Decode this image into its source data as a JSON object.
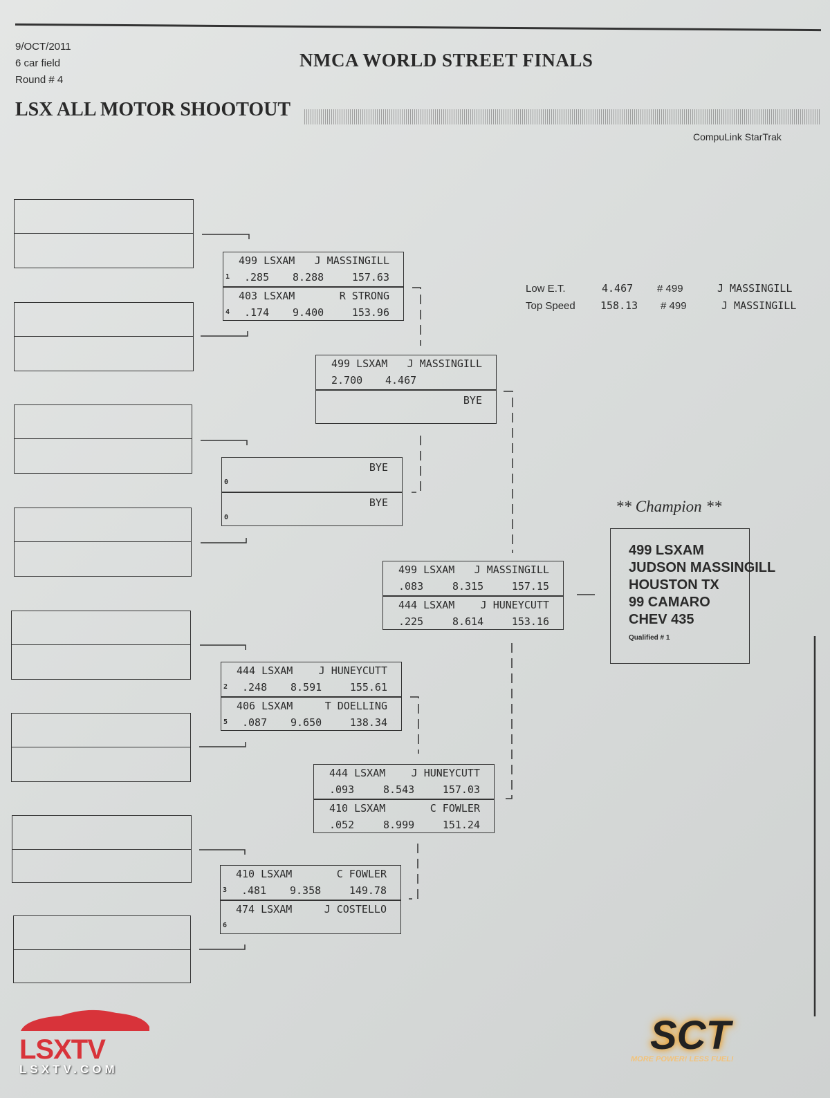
{
  "header": {
    "date": "9/OCT/2011",
    "field": "6 car field",
    "round": "Round # 4",
    "title": "NMCA WORLD STREET FINALS",
    "subtitle": "LSX ALL MOTOR SHOOTOUT",
    "brand": "CompuLink StarTrak"
  },
  "records": {
    "low_et": {
      "label": "Low  E.T.",
      "value": "4.467",
      "car": "# 499",
      "driver": "J MASSINGILL"
    },
    "top_speed": {
      "label": "Top Speed",
      "value": "158.13",
      "car": "# 499",
      "driver": "J MASSINGILL"
    }
  },
  "matches": [
    {
      "id": "r1-a",
      "entries": [
        {
          "car": "499 LSXAM",
          "driver": "J MASSINGILL",
          "seed": "1",
          "rt": ".285",
          "et": "8.288",
          "mph": "157.63"
        },
        {
          "car": "403 LSXAM",
          "driver": "R STRONG",
          "seed": "4",
          "rt": ".174",
          "et": "9.400",
          "mph": "153.96"
        }
      ]
    },
    {
      "id": "r1-b",
      "entries": [
        {
          "car": "",
          "driver": "BYE",
          "seed": "0",
          "rt": "",
          "et": "",
          "mph": ""
        },
        {
          "car": "",
          "driver": "BYE",
          "seed": "0",
          "rt": "",
          "et": "",
          "mph": ""
        }
      ]
    },
    {
      "id": "r1-c",
      "entries": [
        {
          "car": "444 LSXAM",
          "driver": "J HUNEYCUTT",
          "seed": "2",
          "rt": ".248",
          "et": "8.591",
          "mph": "155.61"
        },
        {
          "car": "406 LSXAM",
          "driver": "T DOELLING",
          "seed": "5",
          "rt": ".087",
          "et": "9.650",
          "mph": "138.34"
        }
      ]
    },
    {
      "id": "r1-d",
      "entries": [
        {
          "car": "410 LSXAM",
          "driver": "C FOWLER",
          "seed": "3",
          "rt": ".481",
          "et": "9.358",
          "mph": "149.78"
        },
        {
          "car": "474 LSXAM",
          "driver": "J COSTELLO",
          "seed": "6",
          "rt": "",
          "et": "",
          "mph": ""
        }
      ]
    },
    {
      "id": "r2-a",
      "entries": [
        {
          "car": "499 LSXAM",
          "driver": "J MASSINGILL",
          "seed": "",
          "rt": "2.700",
          "et": "4.467",
          "mph": ""
        },
        {
          "car": "",
          "driver": "BYE",
          "seed": "",
          "rt": "",
          "et": "",
          "mph": ""
        }
      ]
    },
    {
      "id": "r2-b",
      "entries": [
        {
          "car": "444 LSXAM",
          "driver": "J HUNEYCUTT",
          "seed": "",
          "rt": ".093",
          "et": "8.543",
          "mph": "157.03"
        },
        {
          "car": "410 LSXAM",
          "driver": "C FOWLER",
          "seed": "",
          "rt": ".052",
          "et": "8.999",
          "mph": "151.24"
        }
      ]
    },
    {
      "id": "final",
      "entries": [
        {
          "car": "499 LSXAM",
          "driver": "J MASSINGILL",
          "seed": "",
          "rt": ".083",
          "et": "8.315",
          "mph": "157.15"
        },
        {
          "car": "444 LSXAM",
          "driver": "J HUNEYCUTT",
          "seed": "",
          "rt": ".225",
          "et": "8.614",
          "mph": "153.16"
        }
      ]
    }
  ],
  "champion": {
    "label": "** Champion **",
    "car": "499  LSXAM",
    "name": "JUDSON MASSINGILL",
    "city": "HOUSTON TX",
    "vehicle": "99 CAMARO",
    "engine": "CHEV 435",
    "qualified": "Qualified # 1"
  },
  "logos": {
    "lsx_text": "LSXTV",
    "lsx_url": "LSXTV.COM",
    "sct_text": "SCT",
    "sct_tagline": "MORE POWER! LESS FUEL!",
    "lsx_color": "#d8333a",
    "sct_color": "#e89a2a"
  }
}
